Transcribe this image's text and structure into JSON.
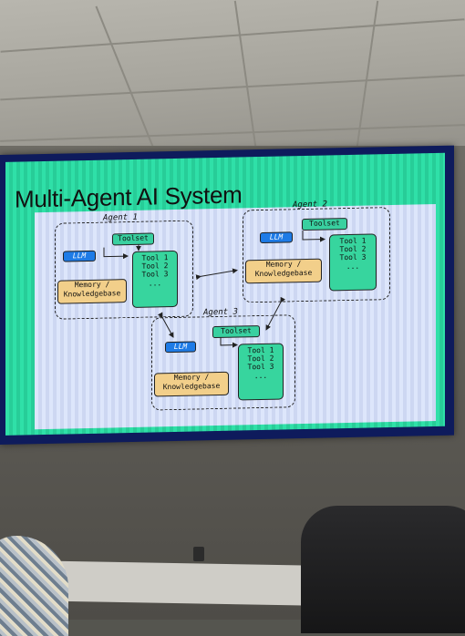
{
  "slide": {
    "title": "Multi-Agent AI System",
    "agents": [
      {
        "label": "Agent 1",
        "toolset": "Toolset",
        "llm": "LLM",
        "memory": [
          "Memory /",
          "Knowledgebase"
        ],
        "tools": [
          "Tool 1",
          "Tool 2",
          "Tool 3",
          "..."
        ]
      },
      {
        "label": "Agent 2",
        "toolset": "Toolset",
        "llm": "LLM",
        "memory": [
          "Memory /",
          "Knowledgebase"
        ],
        "tools": [
          "Tool 1",
          "Tool 2",
          "Tool 3",
          "..."
        ]
      },
      {
        "label": "Agent 3",
        "toolset": "Toolset",
        "llm": "LLM",
        "memory": [
          "Memory /",
          "Knowledgebase"
        ],
        "tools": [
          "Tool 1",
          "Tool 2",
          "Tool 3",
          "..."
        ]
      }
    ]
  },
  "colors": {
    "slide_stripe": "#2fe0a8",
    "panel": "#dde6fb",
    "toolset": "#39d0a0",
    "llm": "#1e7be6",
    "memory": "#f2cf8a",
    "screen_border": "#0e1b5c"
  }
}
